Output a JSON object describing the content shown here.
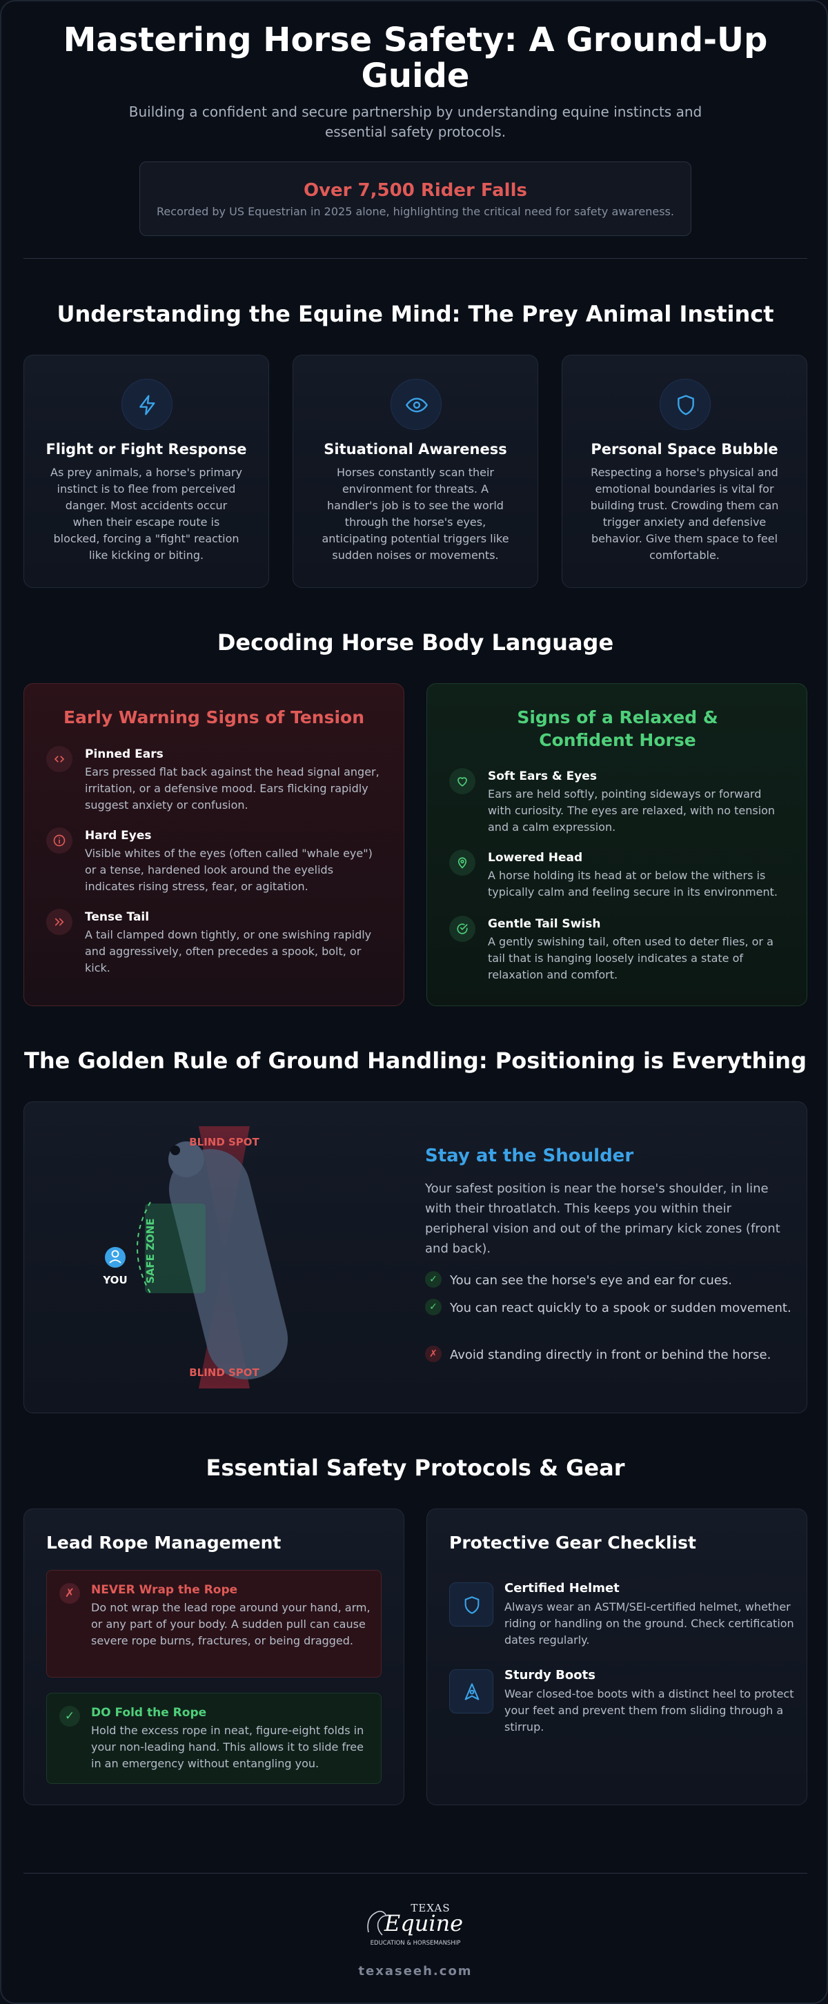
{
  "header": {
    "title": "Mastering Horse Safety: A Ground-Up Guide",
    "subtitle": "Building a confident and secure partnership by understanding equine instincts and essential safety protocols.",
    "stat_big": "Over 7,500 Rider Falls",
    "stat_small": "Recorded by US Equestrian in 2025 alone, highlighting the critical need for safety awareness."
  },
  "mind": {
    "title": "Understanding the Equine Mind: The Prey Animal Instinct",
    "cards": [
      {
        "icon": "lightning-icon",
        "title": "Flight or Fight Response",
        "text": "As prey animals, a horse's primary instinct is to flee from perceived danger. Most accidents occur when their escape route is blocked, forcing a \"fight\" reaction like kicking or biting."
      },
      {
        "icon": "eye-icon",
        "title": "Situational Awareness",
        "text": "Horses constantly scan their environment for threats. A handler's job is to see the world through the horse's eyes, anticipating potential triggers like sudden noises or movements."
      },
      {
        "icon": "shield-icon",
        "title": "Personal Space Bubble",
        "text": "Respecting a horse's physical and emotional boundaries is vital for building trust. Crowding them can trigger anxiety and defensive behavior. Give them space to feel comfortable."
      }
    ]
  },
  "body_language": {
    "title": "Decoding Horse Body Language",
    "warning": {
      "title": "Early Warning Signs of Tension",
      "color": "#e05a57",
      "items": [
        {
          "icon": "code-arrows-icon",
          "title": "Pinned Ears",
          "text": "Ears pressed flat back against the head signal anger, irritation, or a defensive mood. Ears flicking rapidly suggest anxiety or confusion."
        },
        {
          "icon": "info-icon",
          "title": "Hard Eyes",
          "text": "Visible whites of the eyes (often called \"whale eye\") or a tense, hardened look around the eyelids indicates rising stress, fear, or agitation."
        },
        {
          "icon": "double-chevron-icon",
          "title": "Tense Tail",
          "text": "A tail clamped down tightly, or one swishing rapidly and aggressively, often precedes a spook, bolt, or kick."
        }
      ]
    },
    "relaxed": {
      "title": "Signs of a Relaxed & Confident Horse",
      "color": "#4fd07a",
      "items": [
        {
          "icon": "heart-icon",
          "title": "Soft Ears & Eyes",
          "text": "Ears are held softly, pointing sideways or forward with curiosity. The eyes are relaxed, with no tension and a calm expression."
        },
        {
          "icon": "location-pin-icon",
          "title": "Lowered Head",
          "text": "A horse holding its head at or below the withers is typically calm and feeling secure in its environment."
        },
        {
          "icon": "check-circle-icon",
          "title": "Gentle Tail Swish",
          "text": "A gently swishing tail, often used to deter flies, or a tail that is hanging loosely indicates a state of relaxation and comfort."
        }
      ]
    }
  },
  "positioning": {
    "title": "The Golden Rule of Ground Handling: Positioning is Everything",
    "diagram": {
      "blind_top": "BLIND SPOT",
      "blind_bottom": "BLIND SPOT",
      "safe_zone": "SAFE ZONE",
      "you": "YOU"
    },
    "heading": "Stay at the Shoulder",
    "text": "Your safest position is near the horse's shoulder, in line with their throatlatch. This keeps you within their peripheral vision and out of the primary kick zones (front and back).",
    "checks": [
      {
        "ok": true,
        "mark": "✓",
        "text": "You can see the horse's eye and ear for cues."
      },
      {
        "ok": true,
        "mark": "✓",
        "text": "You can react quickly to a spook or sudden movement."
      },
      {
        "ok": false,
        "mark": "✗",
        "text": "Avoid standing directly in front or behind the horse."
      }
    ]
  },
  "protocols": {
    "title": "Essential Safety Protocols & Gear",
    "rope": {
      "title": "Lead Rope Management",
      "never": {
        "mark": "✗",
        "title": "NEVER Wrap the Rope",
        "text": "Do not wrap the lead rope around your hand, arm, or any part of your body. A sudden pull can cause severe rope burns, fractures, or being dragged."
      },
      "do": {
        "mark": "✓",
        "title": "DO Fold the Rope",
        "text": "Hold the excess rope in neat, figure-eight folds in your non-leading hand. This allows it to slide free in an emergency without entangling you."
      }
    },
    "gear": {
      "title": "Protective Gear Checklist",
      "items": [
        {
          "icon": "helmet-shield-icon",
          "title": "Certified Helmet",
          "text": "Always wear an ASTM/SEI-certified helmet, whether riding or handling on the ground. Check certification dates regularly."
        },
        {
          "icon": "boot-icon",
          "title": "Sturdy Boots",
          "text": "Wear closed-toe boots with a distinct heel to protect your feet and prevent them from sliding through a stirrup."
        }
      ]
    }
  },
  "footer": {
    "logo_top": "TEXAS",
    "logo_main": "Equine",
    "logo_sub": "EDUCATION & HORSEMANSHIP",
    "url": "texaseeh.com"
  },
  "colors": {
    "accent_blue": "#3ba3e8",
    "warning_red": "#e05a57",
    "success_green": "#4fd07a",
    "background": "#0a0e16"
  }
}
